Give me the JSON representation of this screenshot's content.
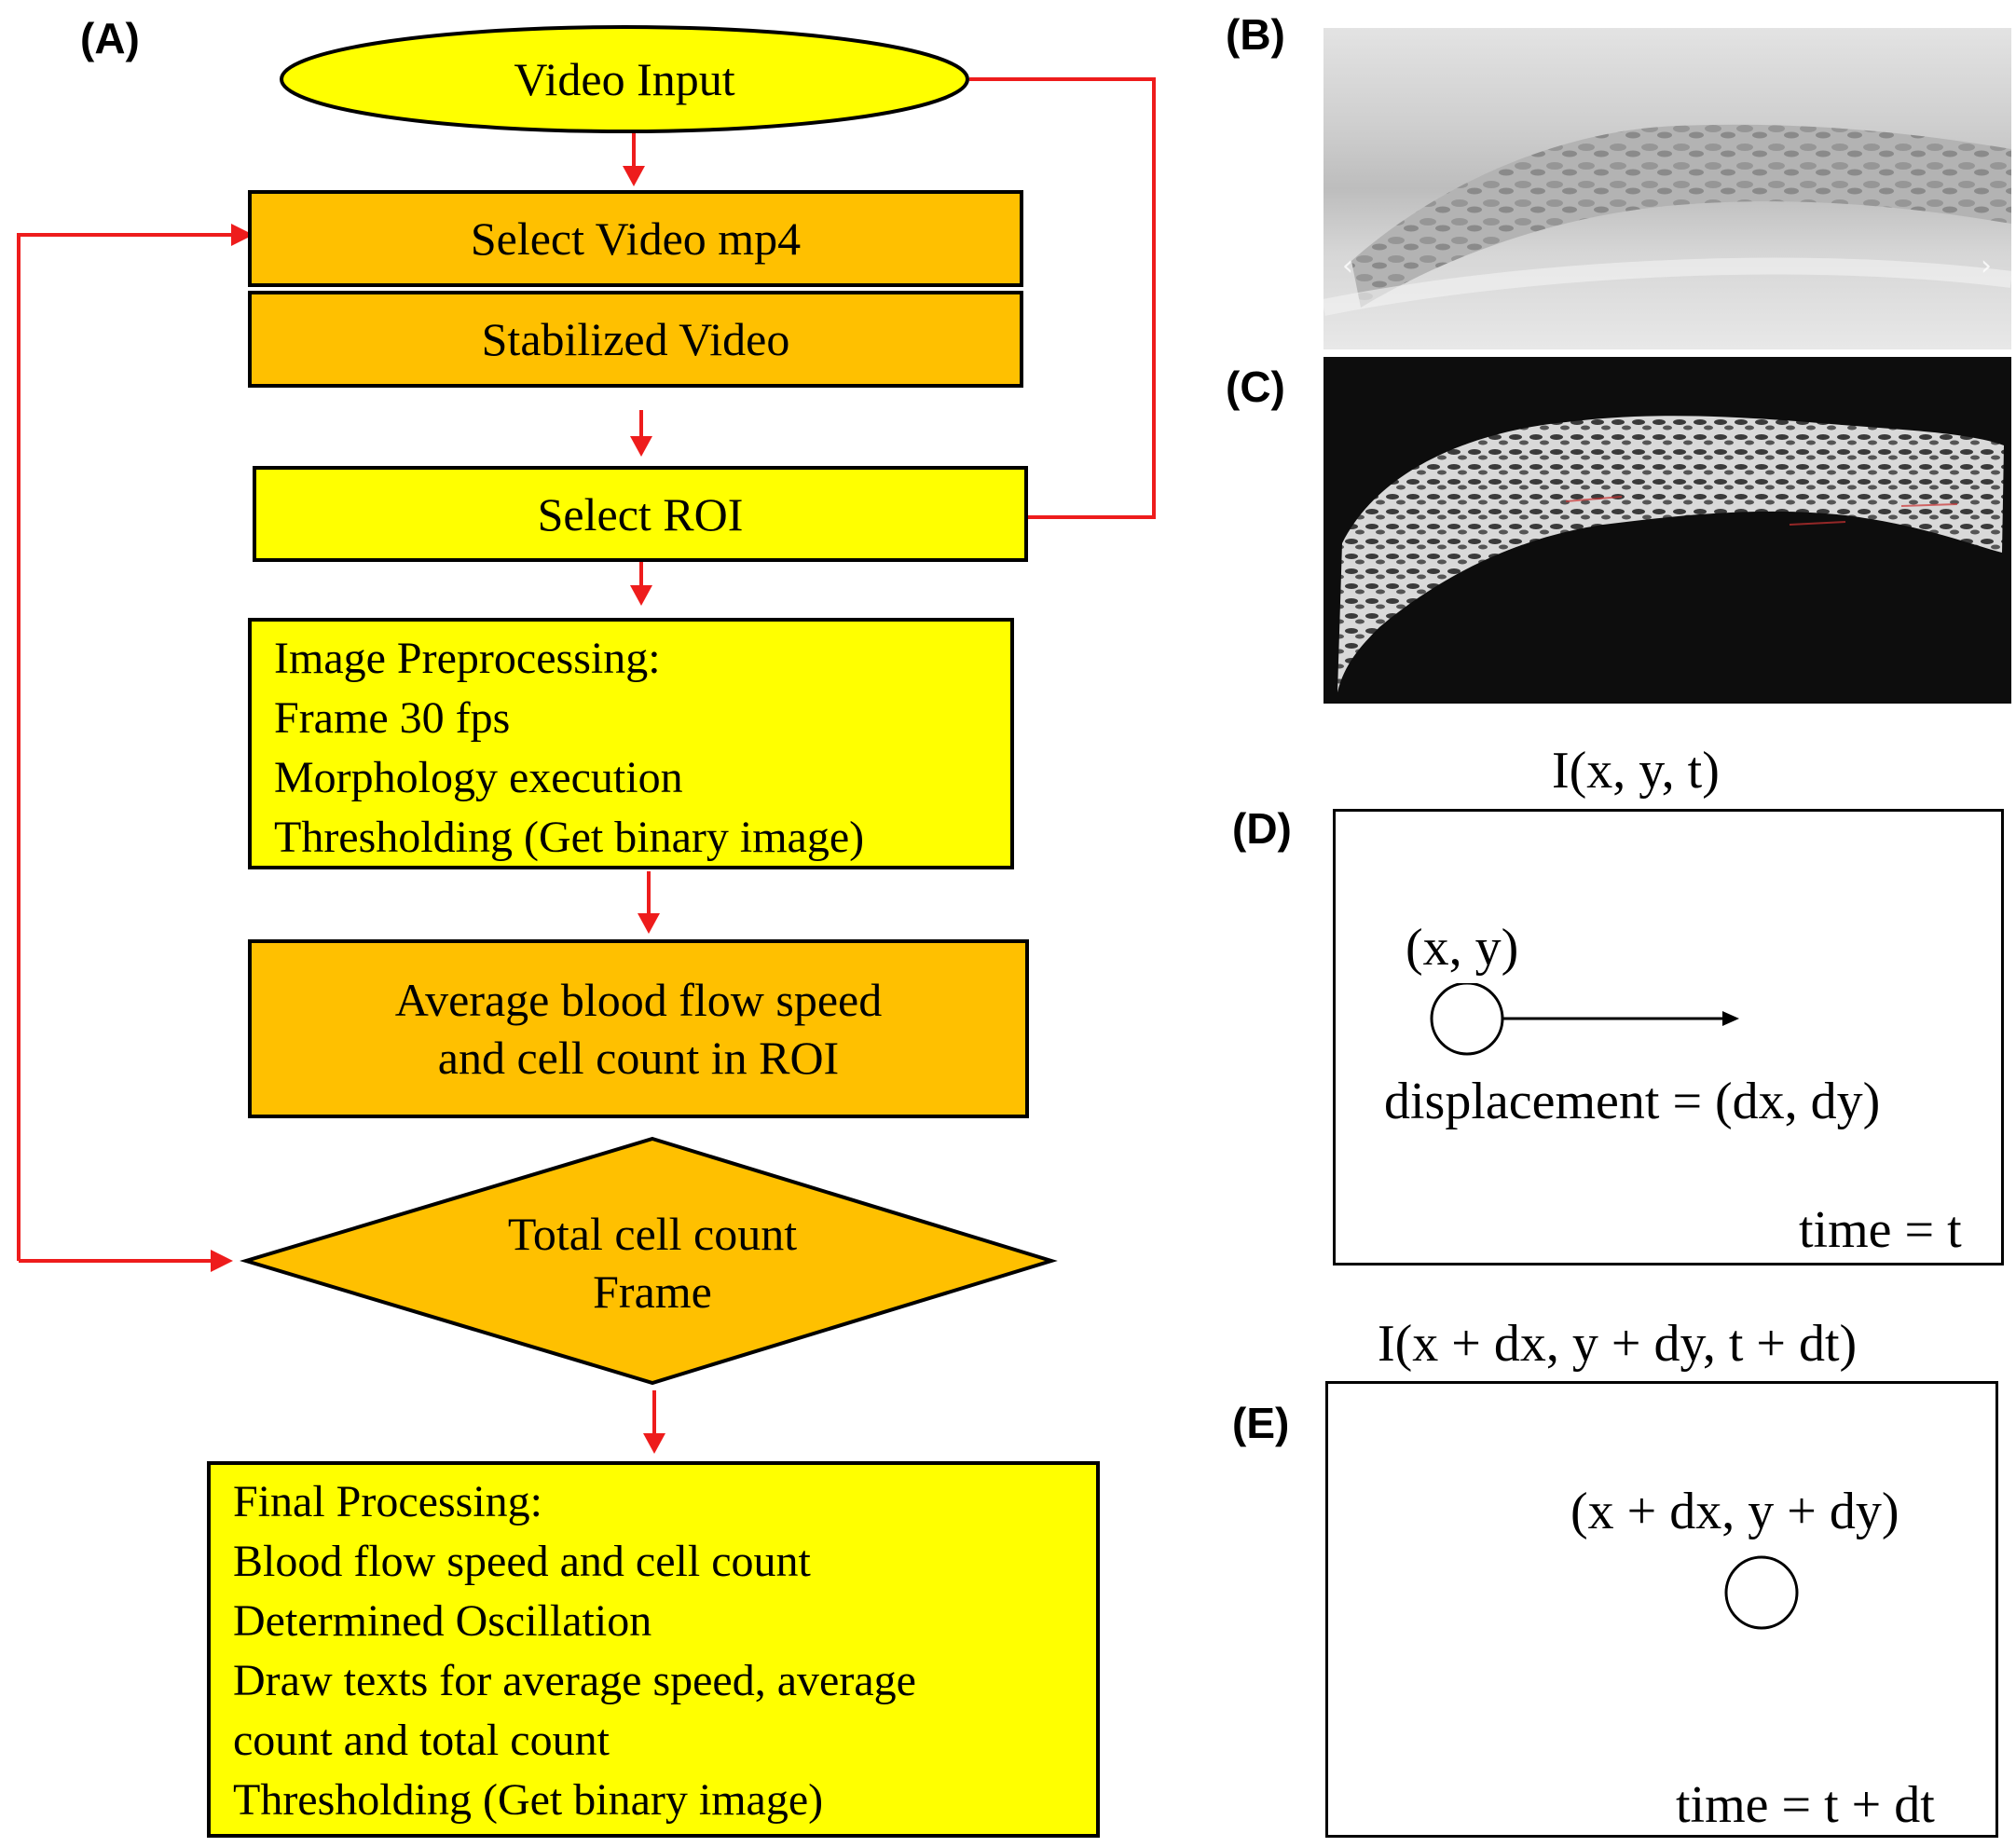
{
  "colors": {
    "yellow": "#ffff00",
    "orange": "#ffc000",
    "arrow_red": "#ee1c1c"
  },
  "panels": {
    "a": "(A)",
    "b": "(B)",
    "c": "(C)",
    "d": "(D)",
    "e": "(E)"
  },
  "flowchart": {
    "video_input": "Video Input",
    "select_video": "Select Video mp4",
    "stabilized_video": "Stabilized Video",
    "select_roi": "Select ROI",
    "preprocessing": {
      "lines": [
        "Image Preprocessing:",
        "Frame 30 fps",
        "Morphology execution",
        "Thresholding (Get binary image)"
      ]
    },
    "average": {
      "lines": [
        "Average blood flow speed",
        "and cell count in ROI"
      ]
    },
    "decision": {
      "lines": [
        "Total cell count",
        "Frame"
      ]
    },
    "final": {
      "lines": [
        "Final Processing:",
        "Blood flow speed and cell count",
        "Determined Oscillation",
        "Draw texts for average speed, average",
        "count and total count",
        "Thresholding (Get binary image)"
      ]
    }
  },
  "optical_flow": {
    "d": {
      "title": "I(x, y, t)",
      "point": "(x, y)",
      "displacement": "displacement = (dx, dy)",
      "time": "time = t"
    },
    "e": {
      "title": "I(x + dx, y + dy, t + dt)",
      "point": "(x + dx, y + dy)",
      "time": "time = t + dt"
    }
  }
}
